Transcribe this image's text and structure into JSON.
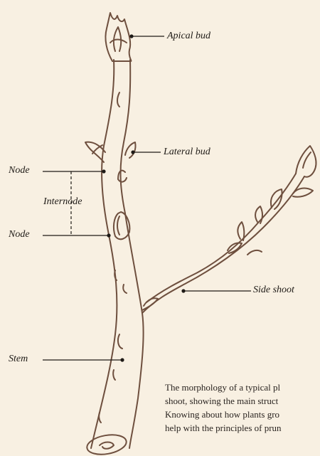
{
  "labels": {
    "apical_bud": "Apical bud",
    "lateral_bud": "Lateral bud",
    "node_upper": "Node",
    "internode": "Internode",
    "node_lower": "Node",
    "side_shoot": "Side shoot",
    "stem": "Stem"
  },
  "caption": [
    "The morphology of a typical pl",
    "shoot, showing the main struct",
    "Knowing about how plants gro",
    "help with the principles of prun"
  ],
  "colors": {
    "background": "#f8f0e2",
    "outline": "#6e4f3e",
    "leader_line": "#1e1a16"
  }
}
